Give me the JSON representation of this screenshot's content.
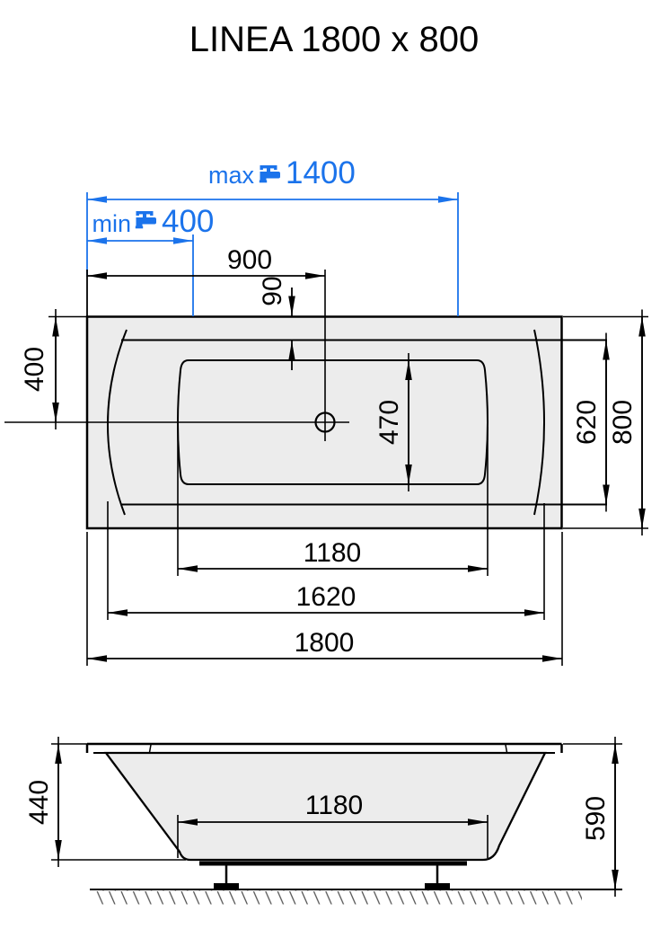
{
  "title": "LINEA 1800 x 800",
  "colors": {
    "dimension_blue": "#1b73eb",
    "drawing_black": "#000000",
    "tub_fill": "#ececec"
  },
  "plan_view": {
    "faucet_max": {
      "label": "max",
      "value": "1400"
    },
    "faucet_min": {
      "label": "min",
      "value": "400"
    },
    "drain_from_left": "900",
    "rim_inset": "90",
    "drain_from_top": "400",
    "bottom_width": "470",
    "rim_width": "620",
    "overall_width": "800",
    "bottom_length": "1180",
    "rim_length": "1620",
    "overall_length": "1800"
  },
  "side_view": {
    "depth": "440",
    "bottom_length": "1180",
    "overall_height": "590"
  }
}
